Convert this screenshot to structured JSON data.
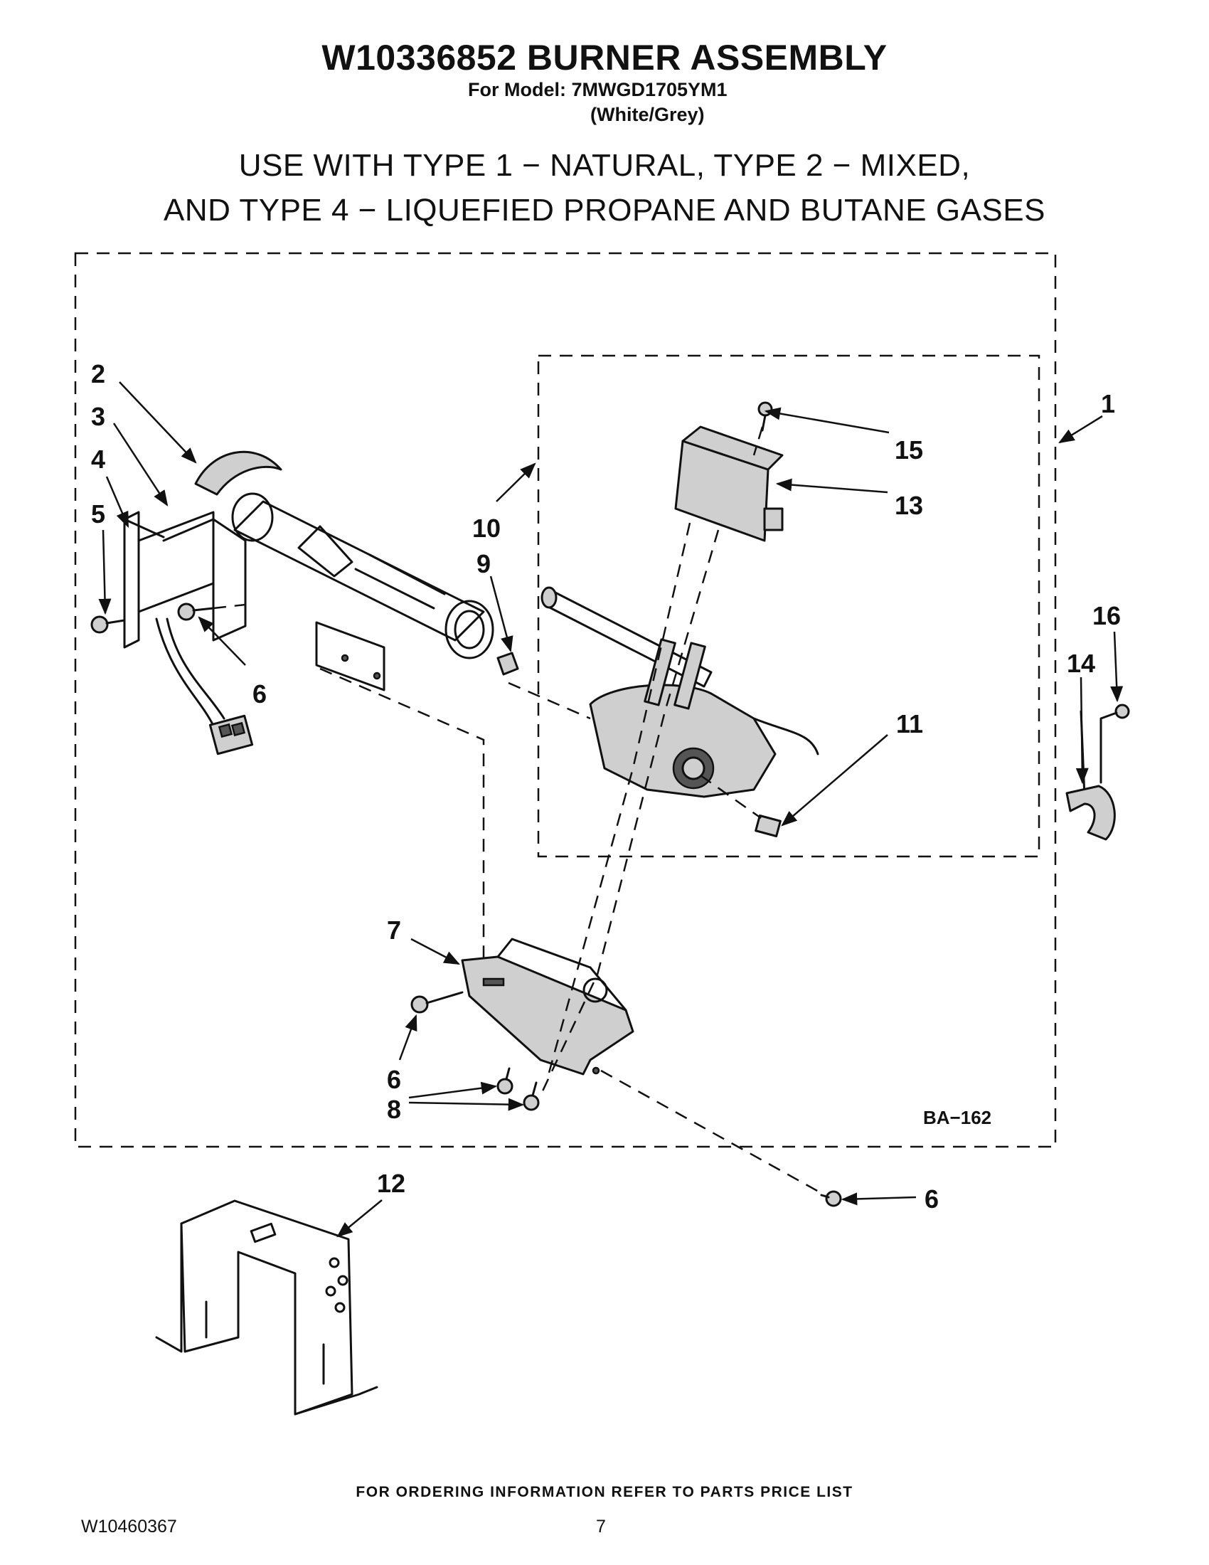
{
  "header": {
    "title": "W10336852 BURNER ASSEMBLY",
    "model": "For Model: 7MWGD1705YM1",
    "color": "(White/Grey)"
  },
  "usage": {
    "line1": "USE WITH TYPE 1 − NATURAL, TYPE 2 − MIXED,",
    "line2": "AND TYPE 4 − LIQUEFIED PROPANE AND BUTANE GASES"
  },
  "diagram": {
    "figure_code": "BA−162",
    "callouts": {
      "c1": "1",
      "c2": "2",
      "c3": "3",
      "c4": "4",
      "c5": "5",
      "c6a": "6",
      "c6b": "6",
      "c6c": "6",
      "c7": "7",
      "c8": "8",
      "c9": "9",
      "c10": "10",
      "c11": "11",
      "c12": "12",
      "c13": "13",
      "c14": "14",
      "c15": "15",
      "c16": "16"
    }
  },
  "footer": {
    "note": "FOR ORDERING INFORMATION REFER TO PARTS PRICE LIST",
    "doc_number": "W10460367",
    "page": "7"
  }
}
